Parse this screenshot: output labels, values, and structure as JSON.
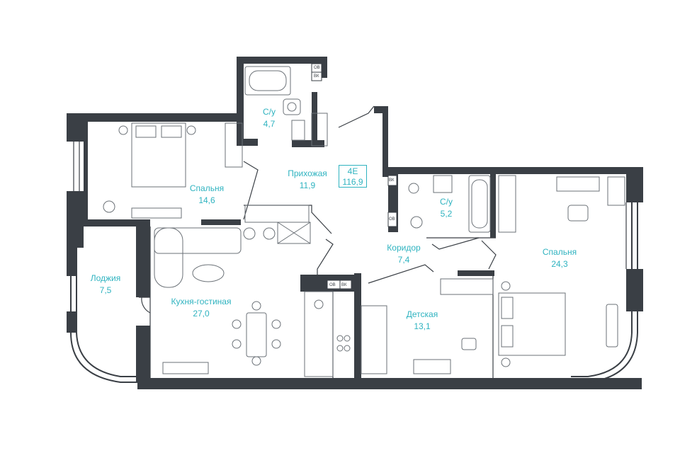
{
  "apartment": {
    "type": "4E",
    "area": "116,9"
  },
  "rooms": [
    {
      "id": "bath-1",
      "name": "С/у",
      "area": "4,7"
    },
    {
      "id": "hallway",
      "name": "Прихожая",
      "area": "11,9"
    },
    {
      "id": "bedroom-1",
      "name": "Спальня",
      "area": "14,6"
    },
    {
      "id": "bath-2",
      "name": "С/у",
      "area": "5,2"
    },
    {
      "id": "corridor",
      "name": "Коридор",
      "area": "7,4"
    },
    {
      "id": "bedroom-2",
      "name": "Спальня",
      "area": "24,3"
    },
    {
      "id": "loggia",
      "name": "Лоджия",
      "area": "7,5"
    },
    {
      "id": "kitchen",
      "name": "Кухня-гостиная",
      "area": "27,0"
    },
    {
      "id": "kids",
      "name": "Детская",
      "area": "13,1"
    }
  ],
  "tags": {
    "ob": "ОВ",
    "vk": "ВК"
  },
  "colors": {
    "wall": "#3a3f45",
    "label": "#2fb3c0",
    "furniture": "#6b7177"
  }
}
